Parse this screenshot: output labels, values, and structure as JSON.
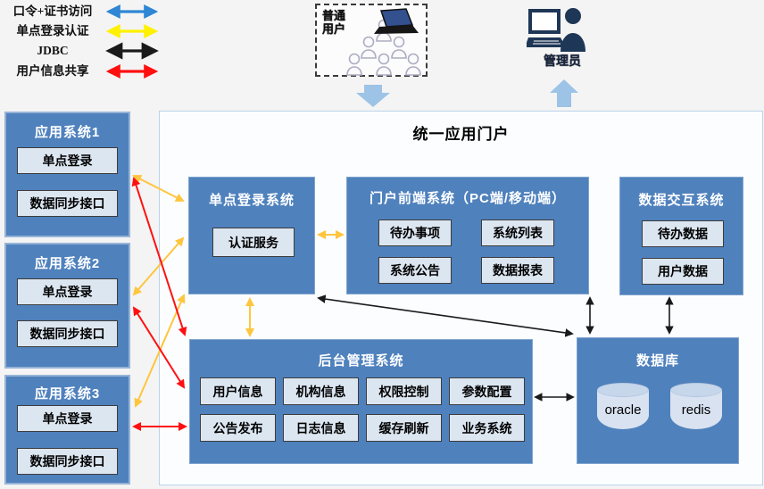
{
  "colors": {
    "blue": "#2E86D4",
    "legend_yellow": "#FFF101",
    "yellow": "#FFC53D",
    "red": "#FF1010",
    "black": "#1A1A1A",
    "block_arrow": "#9DC3E6",
    "box_fill": "#4F81BD",
    "inner_fill": "#DCE6F1"
  },
  "legend": {
    "items": [
      {
        "label": "口令+证书访问"
      },
      {
        "label": "单点登录认证"
      },
      {
        "label": "JDBC"
      },
      {
        "label": "用户信息共享"
      }
    ]
  },
  "actors": {
    "user_label": "普通\n用户",
    "admin_label": "管理员"
  },
  "portal": {
    "title": "统一应用门户"
  },
  "app_systems": [
    {
      "title": "应用系统1",
      "sso": "单点登录",
      "sync": "数据同步接口"
    },
    {
      "title": "应用系统2",
      "sso": "单点登录",
      "sync": "数据同步接口"
    },
    {
      "title": "应用系统3",
      "sso": "单点登录",
      "sync": "数据同步接口"
    }
  ],
  "sso_system": {
    "title": "单点登录系统",
    "auth": "认证服务"
  },
  "frontend": {
    "title": "门户前端系统（PC端/移动端）",
    "items": [
      "待办事项",
      "系统列表",
      "系统公告",
      "数据报表"
    ]
  },
  "data_exchange": {
    "title": "数据交互系统",
    "items": [
      "待办数据",
      "用户数据"
    ]
  },
  "backend": {
    "title": "后台管理系统",
    "items": [
      "用户信息",
      "机构信息",
      "权限控制",
      "参数配置",
      "公告发布",
      "日志信息",
      "缓存刷新",
      "业务系统"
    ]
  },
  "database": {
    "title": "数据库",
    "items": [
      "oracle",
      "redis"
    ]
  }
}
